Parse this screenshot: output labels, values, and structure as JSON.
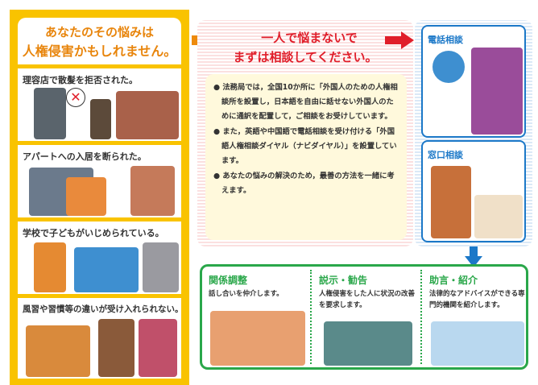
{
  "left_panel": {
    "title_line1": "あなたのその悩みは",
    "title_line2": "人権侵害かもしれません。",
    "cases": [
      "理容店で散髪を拒否された。",
      "アパートへの入居を断られた。",
      "学校で子どもがいじめられている。",
      "風習や習慣等の違いが受け入れられない。"
    ]
  },
  "middle_panel": {
    "title_line1": "一人で悩まないで",
    "title_line2": "まずは相談してください。",
    "bullets": [
      "法務局では，全国10か所に「外国人のための人権相談所を設置し，日本語を自由に話せない外国人のために通訳を配置して，ご相談をお受けしています。",
      "また，英語や中国語で電話相談を受け付ける「外国語人権相談ダイヤル（ナビダイヤル）」を設置しています。",
      "あなたの悩みの解決のため，最善の方法を一緒に考えます。"
    ]
  },
  "right_panel": {
    "phone": "電話相談",
    "counter": "窓口相談"
  },
  "bottom_panel": [
    {
      "title": "関係調整",
      "desc": "話し合いを仲介します。"
    },
    {
      "title": "説示・勧告",
      "desc": "人権侵害をした人に状況の改善を要求します。"
    },
    {
      "title": "助言・紹介",
      "desc": "法律的なアドバイスができる専門的機関を紹介します。"
    }
  ],
  "colors": {
    "orange": "#f9c300",
    "title_orange": "#e8850c",
    "red": "#e01e2a",
    "blue": "#1b78c8",
    "green": "#2aa74a"
  }
}
